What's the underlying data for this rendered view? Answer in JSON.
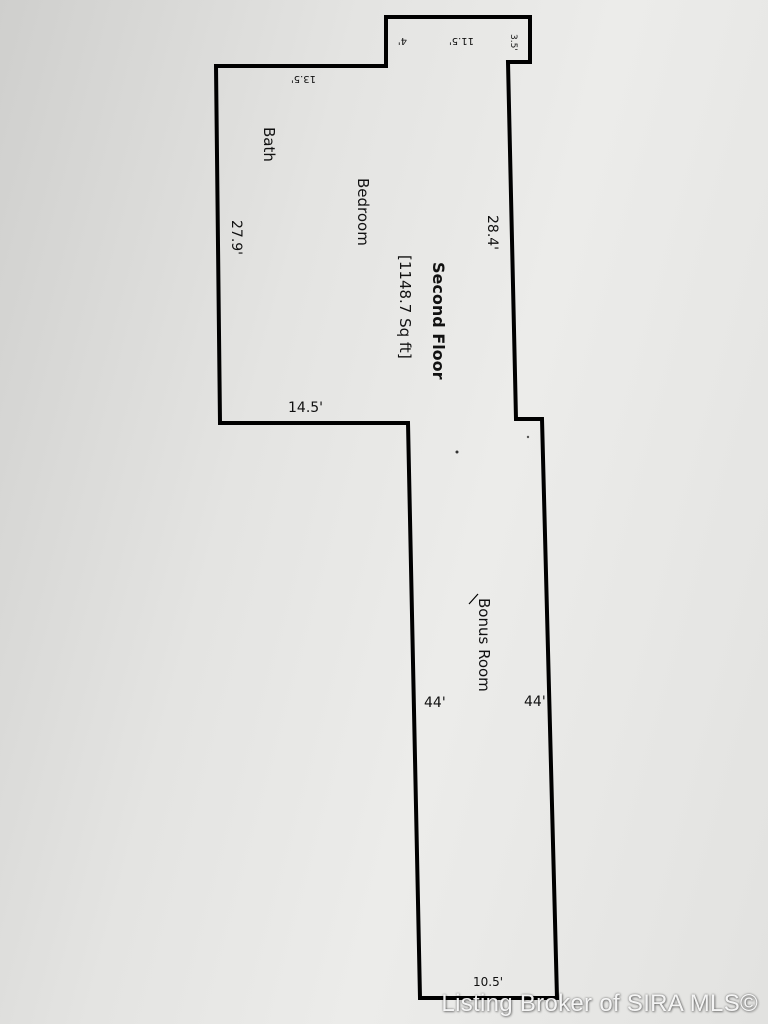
{
  "plan": {
    "title": "Second Floor",
    "area": "[1148.7 Sq ft]",
    "rooms": {
      "bath": "Bath",
      "bedroom": "Bedroom",
      "bonus_room": "Bonus Room"
    },
    "dimensions": {
      "top_inner": "11.5'",
      "top_short": "4'",
      "top_right": "3.5'",
      "upper_top": "13.5'",
      "left_side": "27.9'",
      "right_upper": "28.4'",
      "step": "14.5'",
      "right_lower": "44'",
      "left_lower": "44'",
      "bottom": "10.5'"
    }
  },
  "footer": {
    "watermark": "Listing Broker of SIRA MLS©"
  },
  "colors": {
    "wall": "#000000",
    "paper": "#e6e6e4"
  }
}
